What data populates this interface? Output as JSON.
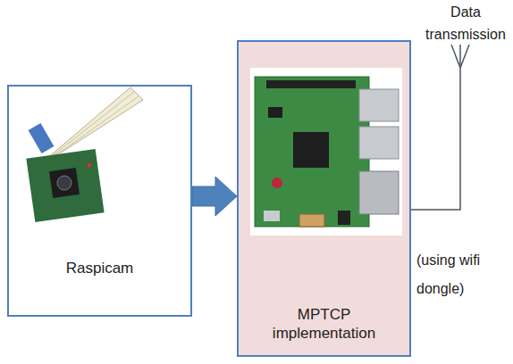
{
  "diagram": {
    "nodes": [
      {
        "text": [
          "Raspicam"
        ]
      },
      {
        "text": [
          "MPTCP implementation"
        ]
      }
    ],
    "edges": [
      {
        "from": 0,
        "to": 1,
        "arrow": "to"
      }
    ],
    "labels": [
      "Data transmission",
      "(using wifi dongle)"
    ]
  }
}
